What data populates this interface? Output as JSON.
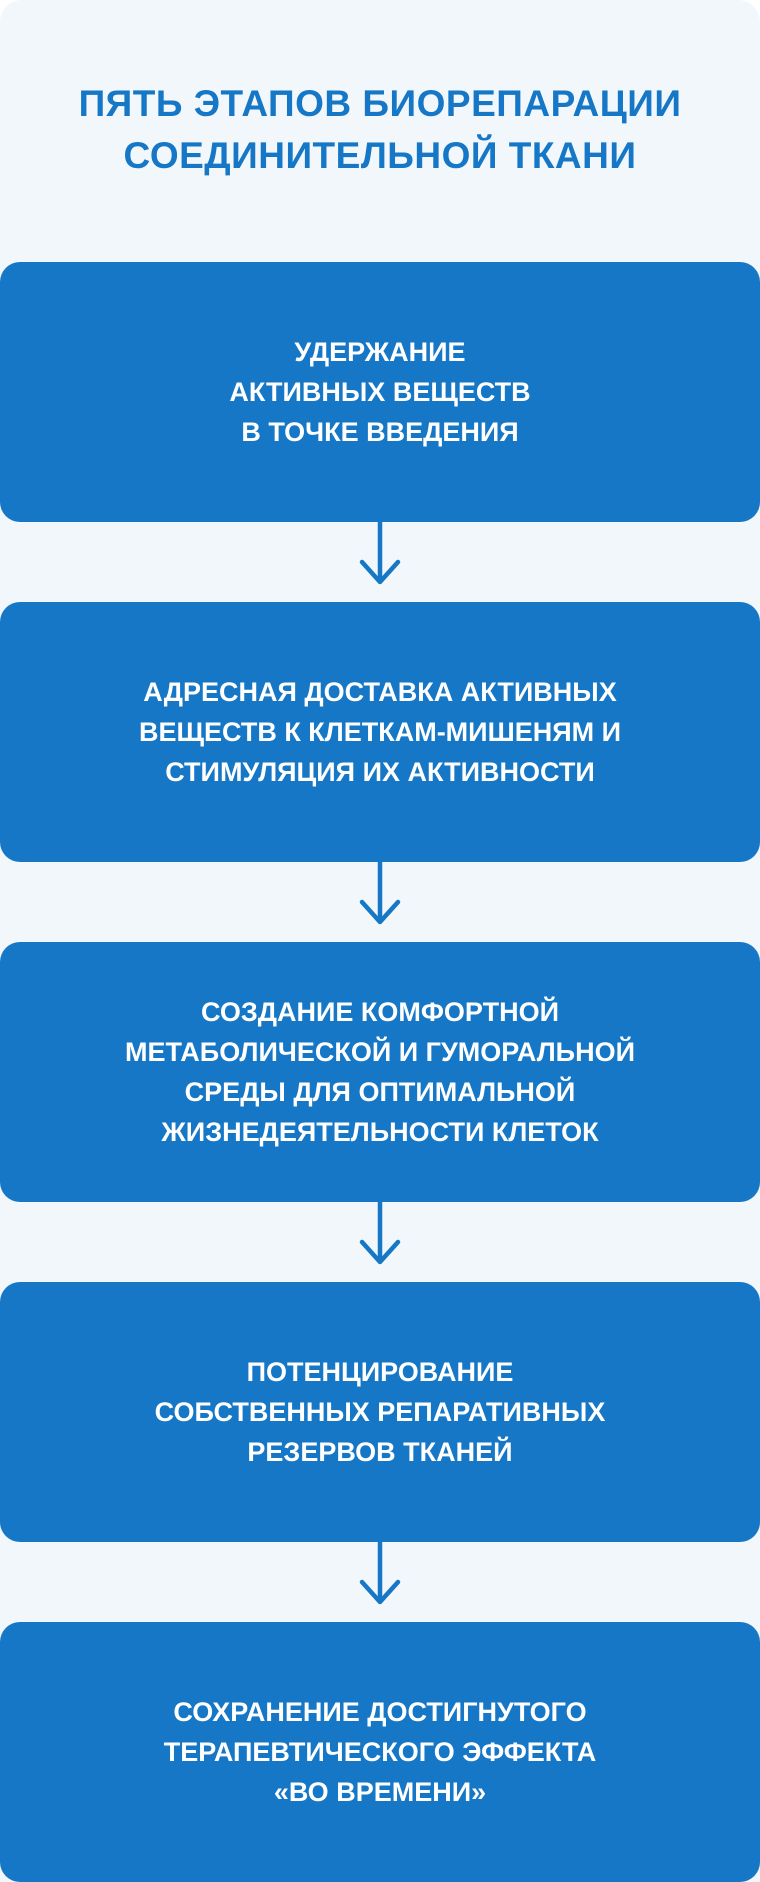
{
  "title": "ПЯТЬ ЭТАПОВ БИОРЕПАРАЦИИ\nСОЕДИНИТЕЛЬНОЙ ТКАНИ",
  "steps": [
    {
      "text": "УДЕРЖАНИЕ\nАКТИВНЫХ ВЕЩЕСТВ\nВ ТОЧКЕ ВВЕДЕНИЯ"
    },
    {
      "text": "АДРЕСНАЯ ДОСТАВКА АКТИВНЫХ\nВЕЩЕСТВ К КЛЕТКАМ-МИШЕНЯМ И\nСТИМУЛЯЦИЯ ИХ АКТИВНОСТИ"
    },
    {
      "text": "СОЗДАНИЕ КОМФОРТНОЙ\nМЕТАБОЛИЧЕСКОЙ И ГУМОРАЛЬНОЙ\nСРЕДЫ ДЛЯ ОПТИМАЛЬНОЙ\nЖИЗНЕДЕЯТЕЛЬНОСТИ КЛЕТОК"
    },
    {
      "text": "ПОТЕНЦИРОВАНИЕ\nСОБСТВЕННЫХ РЕПАРАТИВНЫХ\nРЕЗЕРВОВ ТКАНЕЙ"
    },
    {
      "text": "СОХРАНЕНИЕ ДОСТИГНУТОГО\nТЕРАПЕВТИЧЕСКОГО ЭФФЕКТА\n«ВО ВРЕМЕНИ»"
    }
  ],
  "colors": {
    "accent": "#1577c6",
    "background": "#f2f7fb"
  },
  "icons": {
    "connector": "arrow-down-icon"
  }
}
